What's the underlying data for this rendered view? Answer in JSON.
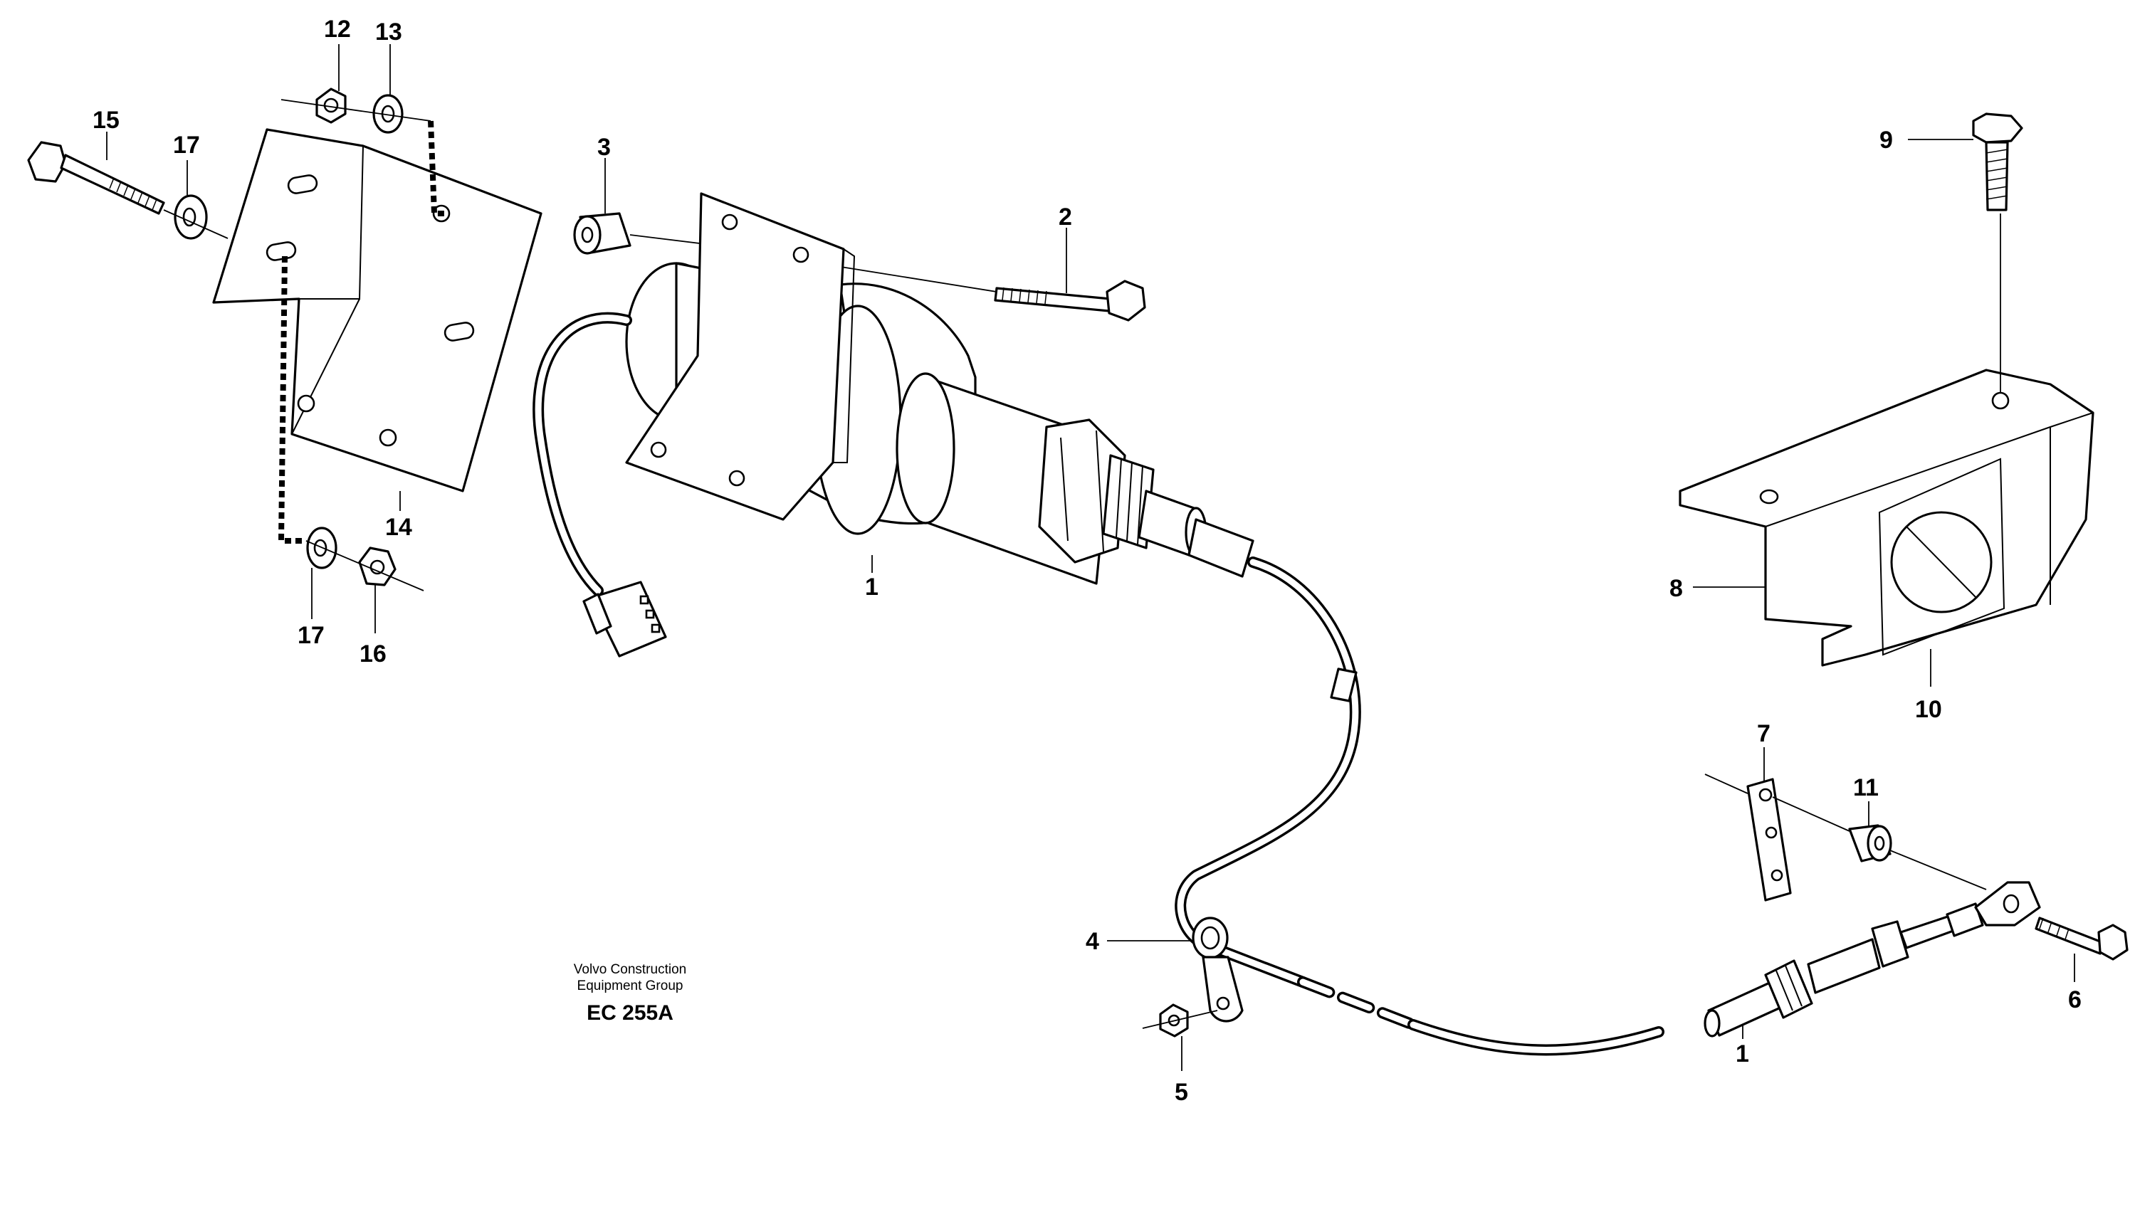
{
  "caption": {
    "line1": "Volvo Construction",
    "line2": "Equipment Group",
    "code": "EC 255A"
  },
  "callouts": {
    "c1a": "1",
    "c1b": "1",
    "c2": "2",
    "c3": "3",
    "c4": "4",
    "c5": "5",
    "c6": "6",
    "c7": "7",
    "c8": "8",
    "c9": "9",
    "c10": "10",
    "c11": "11",
    "c12": "12",
    "c13": "13",
    "c14": "14",
    "c15": "15",
    "c16": "16",
    "c17a": "17",
    "c17b": "17"
  }
}
